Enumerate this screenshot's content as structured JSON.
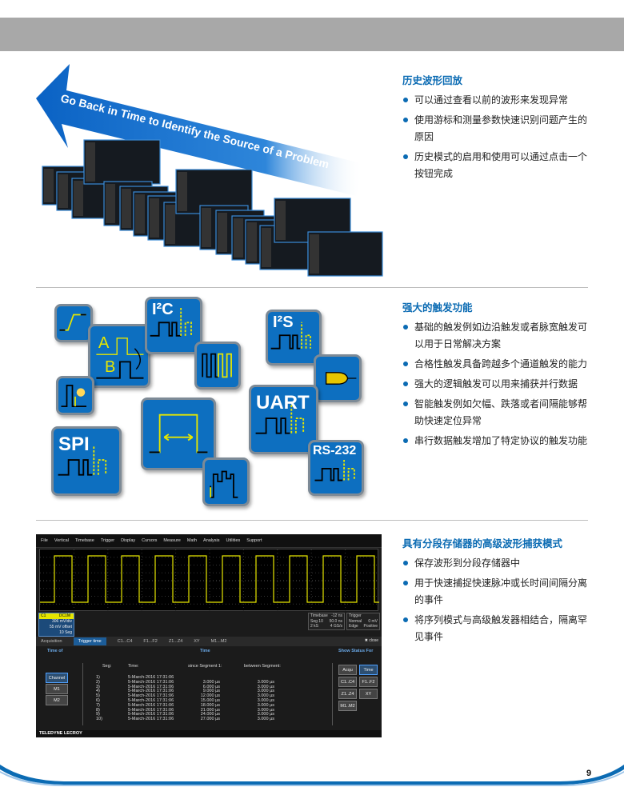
{
  "sections": [
    {
      "title": "历史波形回放",
      "bullets": [
        "可以通过查看以前的波形来发现异常",
        "使用游标和测量参数快速识别问题产生的原因",
        "历史模式的启用和使用可以通过点击一个按钮完成"
      ]
    },
    {
      "title": "强大的触发功能",
      "bullets": [
        "基础的触发例如边沿触发或者脉宽触发可以用于日常解决方案",
        "合格性触发具备跨越多个通道触发的能力",
        "强大的逻辑触发可以用来捕获并行数据",
        "智能触发例如欠幅、跌落或者间隔能够帮助快速定位异常",
        "串行数据触发增加了特定协议的触发功能"
      ]
    },
    {
      "title": "具有分段存储器的高级波形捕获模式",
      "bullets": [
        "保存波形到分段存储器中",
        "用于快速捕捉快速脉冲或长时间间隔分离的事件",
        "将序列模式与高级触发器相结合，隔离罕见事件"
      ]
    }
  ],
  "history_image": {
    "arrow_text": "Go Back in Time to Identify the Source of a Problem"
  },
  "trigger_icons": {
    "i2c": "I²C",
    "i2s": "I²S",
    "uart": "UART",
    "spi": "SPI",
    "rs232": "RS-232",
    "a": "A",
    "b": "B"
  },
  "scope": {
    "menu": [
      "File",
      "Vertical",
      "Timebase",
      "Trigger",
      "Display",
      "Cursors",
      "Measure",
      "Math",
      "Analysis",
      "Utilities",
      "Support"
    ],
    "channel": {
      "name": "C1",
      "badge": "DC1M",
      "scale": "306 mV/div",
      "offset": "55 mV offset",
      "seg": "10 Seg"
    },
    "timebase": {
      "label": "Timebase",
      "delay": "-12 ns",
      "seg": "Seg 10",
      "tdiv": "50.0 ns",
      "mem": "2 kS",
      "rate": "4 GS/s"
    },
    "trigger": {
      "label": "Trigger",
      "mode": "Normal",
      "level": "0 mV",
      "type": "Edge",
      "slope": "Positive"
    },
    "tabs": [
      "Acquisition",
      "Trigger time",
      "C1...C4",
      "F1...F2",
      "Z1...Z4",
      "XY",
      "M1...M2"
    ],
    "close_label": "close",
    "headers": {
      "time_of": "Time of",
      "time": "Time",
      "show_status": "Show Status For"
    },
    "time_of_buttons": [
      "Channel",
      "M1",
      "M2"
    ],
    "status_buttons": [
      "Acqu",
      "Time",
      "C1..C4",
      "F1..F2",
      "Z1..Z4",
      "XY",
      "M1..M2"
    ],
    "columns": [
      "Seg:",
      "Time:",
      "since Segment 1:",
      "between Segment:"
    ],
    "rows": [
      [
        "1)",
        "5-March-2016 17:31:06",
        "",
        ""
      ],
      [
        "2)",
        "5-March-2016 17:31:06",
        "3.000 µs",
        "3.000 µs"
      ],
      [
        "3)",
        "5-March-2016 17:31:06",
        "6.000 µs",
        "3.000 µs"
      ],
      [
        "4)",
        "5-March-2016 17:31:06",
        "9.000 µs",
        "3.000 µs"
      ],
      [
        "5)",
        "5-March-2016 17:31:06",
        "12.000 µs",
        "3.000 µs"
      ],
      [
        "6)",
        "5-March-2016 17:31:06",
        "15.000 µs",
        "3.000 µs"
      ],
      [
        "7)",
        "5-March-2016 17:31:06",
        "18.000 µs",
        "3.000 µs"
      ],
      [
        "8)",
        "5-March-2016 17:31:06",
        "21.000 µs",
        "3.000 µs"
      ],
      [
        "9)",
        "5-March-2016 17:31:06",
        "24.000 µs",
        "3.000 µs"
      ],
      [
        "10)",
        "5-March-2016 17:31:06",
        "27.000 µs",
        "3.000 µs"
      ]
    ],
    "brand": "TELEDYNE LECROY"
  },
  "page_number": "9",
  "colors": {
    "accent": "#0b6bb3",
    "icon_blue": "#0d6fc0",
    "trace": "#e6e600"
  }
}
